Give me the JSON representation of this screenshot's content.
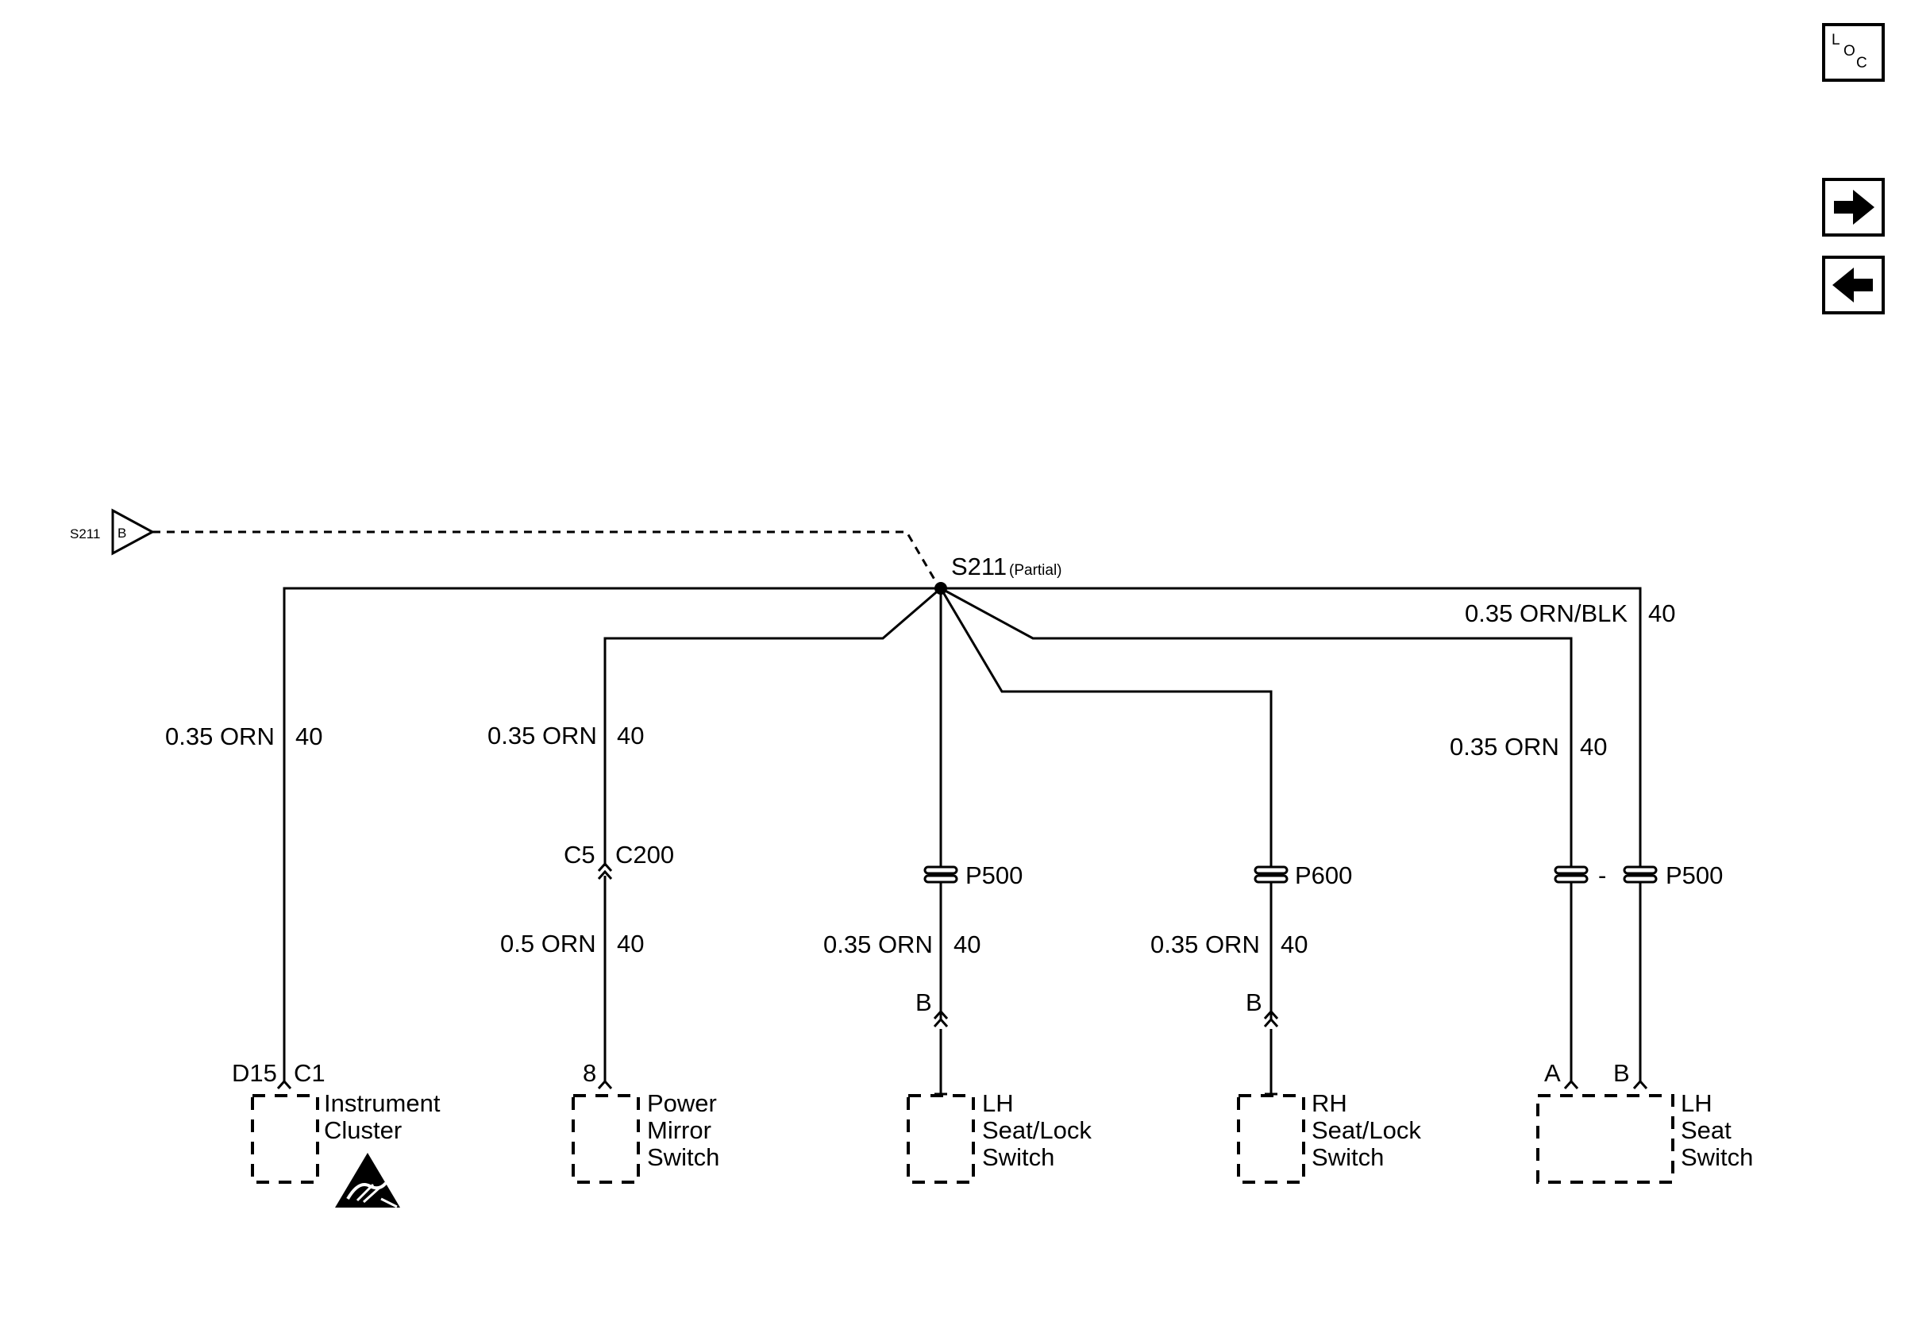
{
  "nav": {
    "loc_letters": [
      "L",
      "O",
      "C"
    ],
    "next_icon": "arrow-right-icon",
    "prev_icon": "arrow-left-icon"
  },
  "splice": {
    "name": "S211",
    "qualifier": "(Partial)",
    "offpage_ref": "S211",
    "offpage_letter": "B"
  },
  "wires": {
    "ic_upper": {
      "size_color": "0.35 ORN",
      "circuit": "40"
    },
    "pm_upper": {
      "size_color": "0.35 ORN",
      "circuit": "40"
    },
    "pm_lower": {
      "size_color": "0.5 ORN",
      "circuit": "40"
    },
    "lhsl_lower": {
      "size_color": "0.35 ORN",
      "circuit": "40"
    },
    "rhsl_lower": {
      "size_color": "0.35 ORN",
      "circuit": "40"
    },
    "lhs_a": {
      "size_color": "0.35 ORN",
      "circuit": "40"
    },
    "lhs_b": {
      "size_color": "0.35 ORN/BLK",
      "circuit": "40"
    }
  },
  "connectors": {
    "c200": {
      "pin": "C5",
      "name": "C200"
    },
    "p500_mid": {
      "name": "P500"
    },
    "p600": {
      "name": "P600"
    },
    "p500_right": {
      "name": "P500",
      "separator": "-"
    }
  },
  "components": {
    "instrument_cluster": {
      "pin": "D15",
      "connector": "C1",
      "lines": [
        "Instrument",
        "Cluster"
      ],
      "icon": "esd-sensitive-icon"
    },
    "power_mirror_switch": {
      "pin": "8",
      "lines": [
        "Power",
        "Mirror",
        "Switch"
      ]
    },
    "lh_seat_lock_switch": {
      "pin": "B",
      "lines": [
        "LH",
        "Seat/Lock",
        "Switch"
      ]
    },
    "rh_seat_lock_switch": {
      "pin": "B",
      "lines": [
        "RH",
        "Seat/Lock",
        "Switch"
      ]
    },
    "lh_seat_switch": {
      "pin_a": "A",
      "pin_b": "B",
      "lines": [
        "LH",
        "Seat",
        "Switch"
      ]
    }
  }
}
